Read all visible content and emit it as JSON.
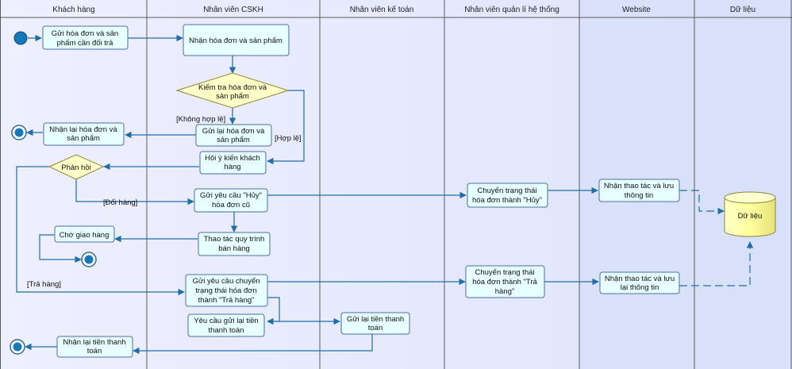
{
  "lanes": [
    "Khách hàng",
    "Nhân viên CSKH",
    "Nhân viên kế toán",
    "Nhân viên quản lí hệ thống",
    "Website",
    "Dữ liệu"
  ],
  "activities": {
    "send_invoice": [
      "Gửi hóa đơn và sản",
      "phẩm cần đổi trả"
    ],
    "receive_invoice": [
      "Nhận hóa đơn và sản phẩm"
    ],
    "return_invoice": [
      "Gửi lại hóa đơn và",
      "sản phẩm"
    ],
    "get_back_invoice": [
      "Nhận lại hóa đơn và",
      "sản phẩm"
    ],
    "ask_opinion": [
      "Hỏi ý kiến khách",
      "hàng"
    ],
    "send_cancel": [
      "Gửi yêu cầu \"Hủy\"",
      "hóa đơn cũ"
    ],
    "switch_cancel": [
      "Chuyển trạng thái",
      "hóa đơn thành \"Hủy\""
    ],
    "receive_ops_1": [
      "Nhận thao tác và lưu",
      "thông tin"
    ],
    "sales_process": [
      "Thao tác quy trình",
      "bán hàng"
    ],
    "wait_delivery": [
      "Chờ giao hàng"
    ],
    "send_switch_return": [
      "Gửi yêu cầu chuyển",
      "trạng thái hóa đơn",
      "thành \"Trả hàng\""
    ],
    "switch_return": [
      "Chuyển trạng thái",
      "hóa đơn thành \"Trả",
      "hàng\""
    ],
    "receive_ops_2": [
      "Nhận thao tác và lưu",
      "lại thông tin"
    ],
    "request_refund": [
      "Yêu cầu gửi lại tiền",
      "thanh toán"
    ],
    "send_refund": [
      "Gửi lại tiền thanh",
      "toán"
    ],
    "receive_refund": [
      "Nhận lại tiền thanh",
      "toán"
    ]
  },
  "decisions": {
    "check": [
      "Kiểm tra hóa đơn và",
      "sản phẩm"
    ],
    "feedback": [
      "Phản hồi"
    ]
  },
  "guards": {
    "invalid": "[Không hợp lệ]",
    "valid": "[Hợp lệ]",
    "exchange": "[Đổi hàng]",
    "return": "[Trả hàng]"
  },
  "datastore": "Dữ liệu",
  "colors": {
    "activity_fill": "#e8ffff",
    "activity_stroke": "#4a6fa0",
    "decision_fill": "#ffffc8",
    "datastore_fill": "#ffffa0",
    "flow": "#1f6fa8",
    "lane_bg": "#ecedff",
    "lane_bg_right": "#cfd8f6"
  }
}
